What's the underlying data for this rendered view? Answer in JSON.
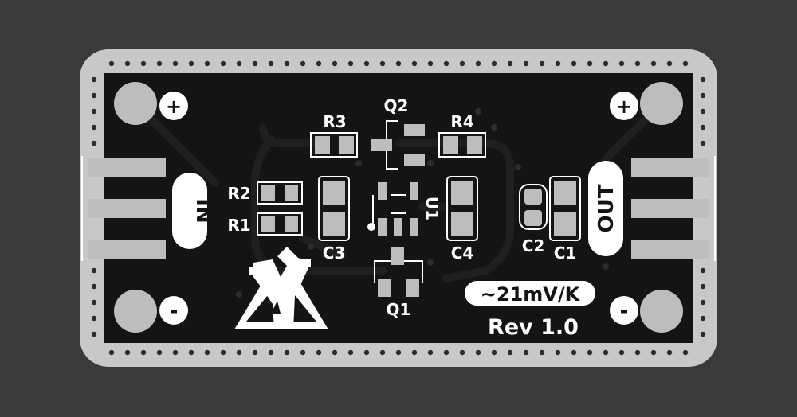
{
  "colors": {
    "background": "#3a3a3a",
    "board_edge": "#c8c8c8",
    "board": "#141414",
    "copper": "#1c1c1c",
    "pad": "#bdbdbd",
    "silk": "#ffffff",
    "via": "#2c2c2c"
  },
  "labels": {
    "q2": "Q2",
    "r3": "R3",
    "r4": "R4",
    "r2": "R2",
    "r1": "R1",
    "c3": "C3",
    "c4": "C4",
    "u1": "U1",
    "q1": "Q1",
    "c2": "C2",
    "c1": "C1",
    "in_connector": "IN",
    "out_connector": "OUT",
    "sensitivity": "~21mV/K",
    "revision": "Rev 1.0",
    "plus_left": "+",
    "plus_right": "+",
    "minus_left": "-",
    "minus_right": "-"
  },
  "icons": {
    "logo": "triangle-figure-logo"
  }
}
